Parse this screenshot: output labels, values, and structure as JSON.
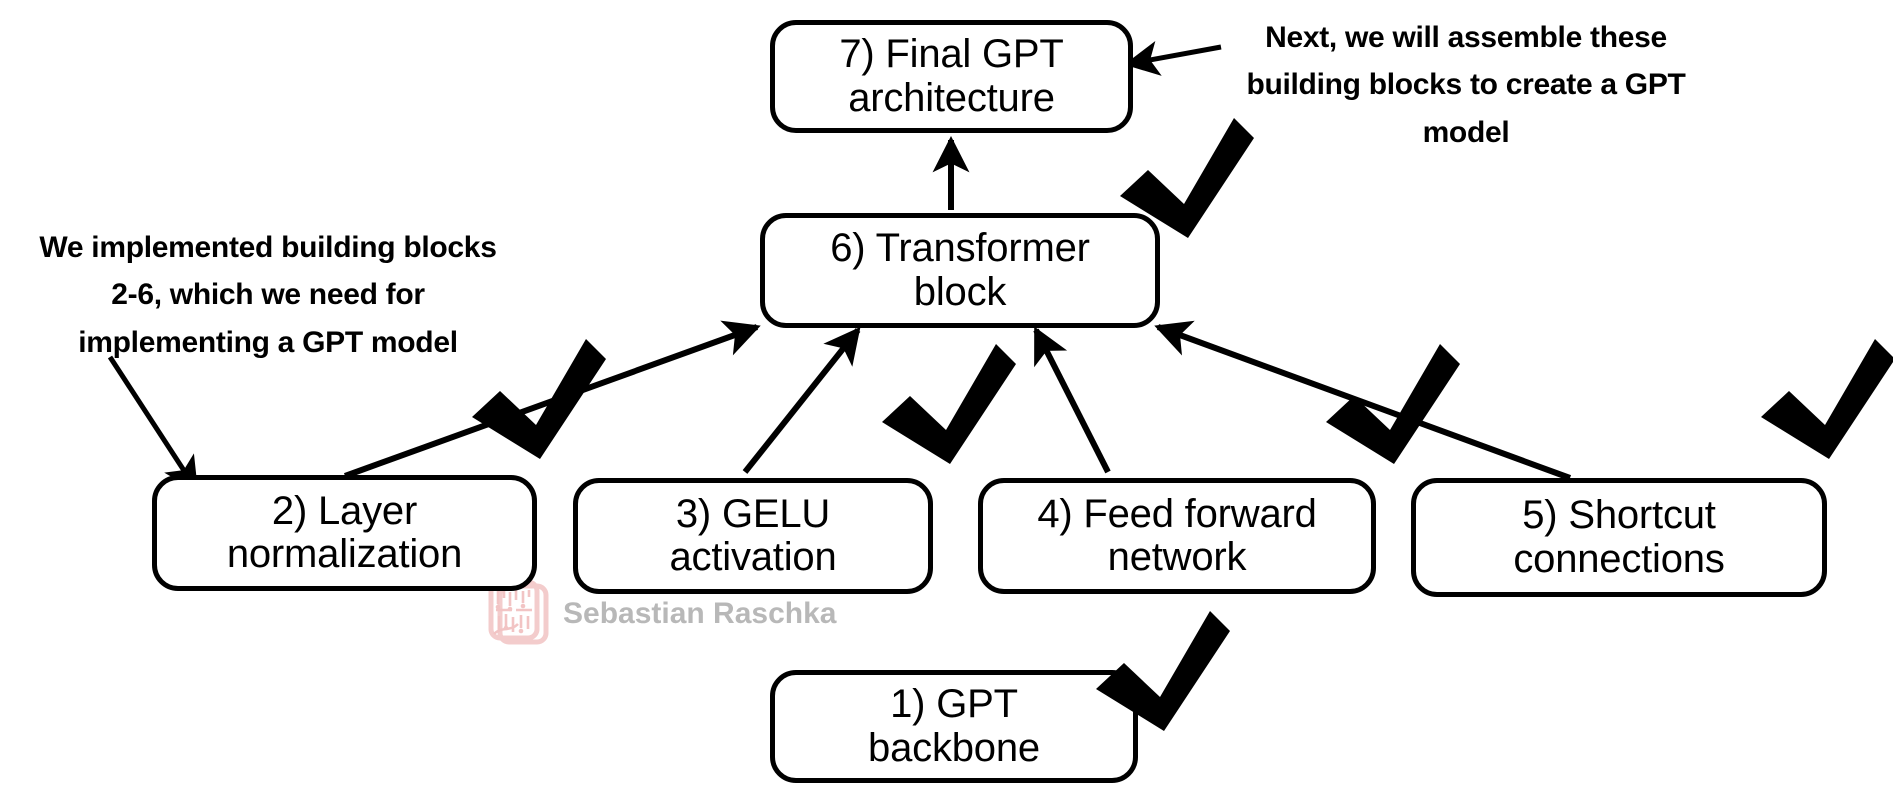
{
  "diagram": {
    "title": "GPT building blocks overview",
    "stroke_color": "#000000",
    "background_color": "#ffffff",
    "nodes": [
      {
        "id": "n7",
        "label": "7) Final GPT\narchitecture",
        "line1": "7) Final GPT",
        "line2": "architecture",
        "checked": false
      },
      {
        "id": "n6",
        "label": "6) Transformer\nblock",
        "line1": "6) Transformer",
        "line2": "block",
        "checked": true
      },
      {
        "id": "n2",
        "label": "2) Layer\nnormalization",
        "line1": "2) Layer",
        "line2": "normalization",
        "checked": true
      },
      {
        "id": "n3",
        "label": "3) GELU\nactivation",
        "line1": "3) GELU",
        "line2": "activation",
        "checked": true
      },
      {
        "id": "n4",
        "label": "4) Feed forward\nnetwork",
        "line1": "4) Feed forward",
        "line2": "network",
        "checked": true
      },
      {
        "id": "n5",
        "label": "5) Shortcut\nconnections",
        "line1": "5) Shortcut",
        "line2": "connections",
        "checked": true
      },
      {
        "id": "n1",
        "label": "1) GPT\nbackbone",
        "line1": "1) GPT",
        "line2": "backbone",
        "checked": true
      }
    ],
    "edges": [
      {
        "from": "n6",
        "to": "n7"
      },
      {
        "from": "n2",
        "to": "n6"
      },
      {
        "from": "n3",
        "to": "n6"
      },
      {
        "from": "n4",
        "to": "n6"
      },
      {
        "from": "n5",
        "to": "n6"
      }
    ],
    "annotations": [
      {
        "id": "note-left",
        "text": "We implemented building blocks 2-6, which we need for implementing a GPT model",
        "line1": "We implemented building blocks",
        "line2": "2-6, which we need for",
        "line3": "implementing a GPT model",
        "points_to": "2) Layer normalization"
      },
      {
        "id": "note-right",
        "text": "Next, we will assemble these building blocks to create a GPT model",
        "line1": "Next, we will assemble these",
        "line2": "building blocks to create a GPT",
        "line3": "model",
        "points_to": "7) Final GPT architecture"
      }
    ],
    "watermark": {
      "text": "Sebastian Raschka",
      "text_color": "#b8b8b8",
      "logo_color": "#f2c8c8",
      "logo_name": "circuit-board-logo"
    }
  }
}
